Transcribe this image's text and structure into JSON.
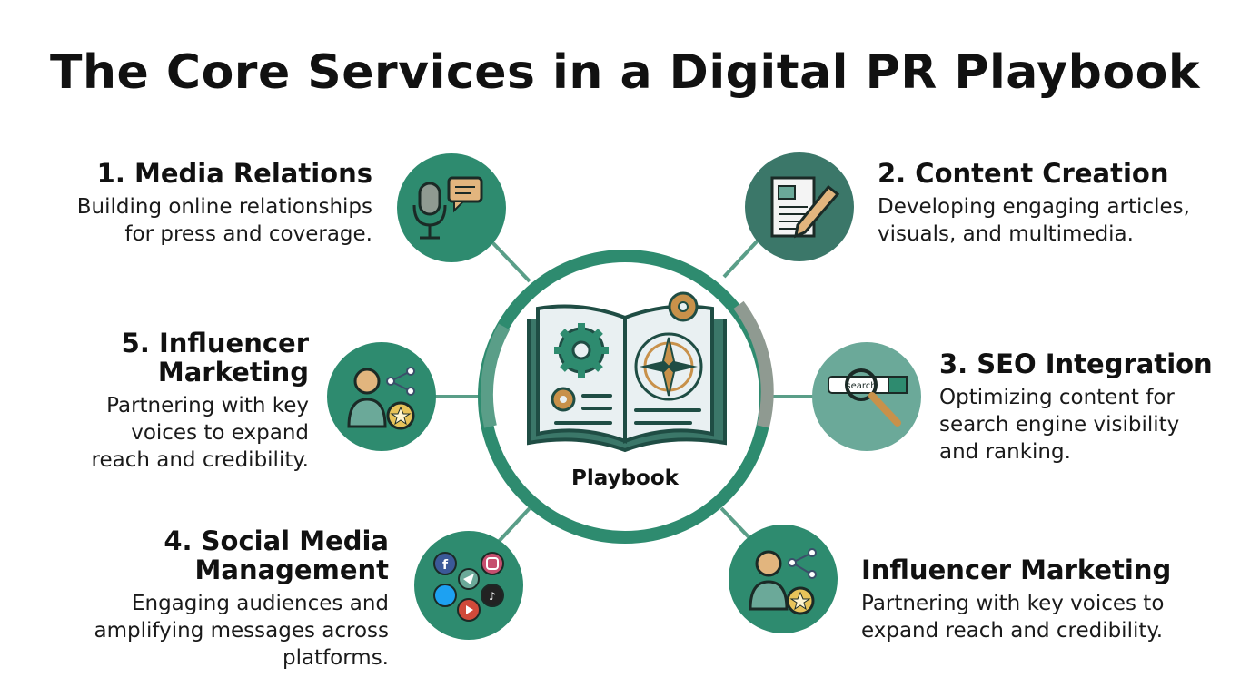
{
  "title": "The Core Services in a Digital PR Playbook",
  "hub": {
    "label": "Playbook",
    "icon": "open-book-icon"
  },
  "colors": {
    "primary": "#2e8b6f",
    "dark_teal": "#3b7769",
    "light_teal": "#6ba999",
    "ring_gray": "#8f9a91",
    "gear_orange": "#c8914a"
  },
  "services": [
    {
      "title": "1. Media Relations",
      "description": [
        "Building online relationships",
        "for press and coverage."
      ],
      "icon": "microphone-chat-icon"
    },
    {
      "title": "2. Content Creation",
      "description": [
        "Developing engaging articles,",
        "visuals, and multimedia."
      ],
      "icon": "document-pen-icon"
    },
    {
      "title": "3. SEO Integration",
      "description": [
        "Optimizing content for",
        "search engine visibility",
        "and ranking."
      ],
      "icon": "search-magnifier-icon",
      "search_text": "search"
    },
    {
      "title": "4. Social Media",
      "title2": "Management",
      "description": [
        "Engaging audiences and",
        "amplifying messages across",
        "platforms."
      ],
      "icon": "social-network-icons"
    },
    {
      "title": "5. Influencer",
      "title2": "Marketing",
      "description": [
        "Partnering with key",
        "voices to expand",
        "reach and credibility."
      ],
      "icon": "influencer-star-icon"
    },
    {
      "title": "Influencer Marketing",
      "description": [
        "Partnering with key voices to",
        "expand reach and credibility."
      ],
      "icon": "influencer-star-icon"
    }
  ]
}
